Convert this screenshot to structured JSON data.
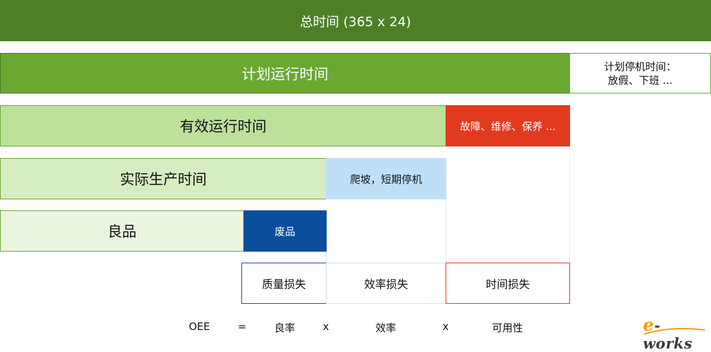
{
  "total_time": "总时间 (365 x 24)",
  "planned_run": "计划运行时间",
  "planned_stop": {
    "line1": "计划停机时间：",
    "line2": "放假、下班 ..."
  },
  "effective_run": "有效运行时间",
  "faults": "故障、维修、保养 ...",
  "actual_production": "实际生产时间",
  "slowdowns": "爬坡，短期停机",
  "good_products": "良品",
  "scrap": "废品",
  "losses": {
    "quality": "质量损失",
    "efficiency": "效率损失",
    "time": "时间损失"
  },
  "formula": {
    "oee": "OEE",
    "equals": "=",
    "yield": "良率",
    "times1": "x",
    "efficiency": "效率",
    "times2": "x",
    "availability": "可用性"
  },
  "logo": {
    "e": "e",
    "rest": "-works"
  },
  "colors": {
    "dark_green": "#4e7f26",
    "green": "#6aa832",
    "red": "#e23a1f",
    "blue": "#0a4e9c",
    "light_blue": "#bfdff8"
  }
}
